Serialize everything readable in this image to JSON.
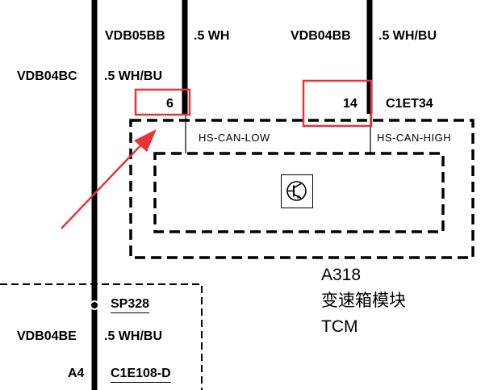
{
  "wires": {
    "vdb05bb": {
      "code": "VDB05BB",
      "spec": ".5 WH"
    },
    "vdb04bb": {
      "code": "VDB04BB",
      "spec": ".5 WH/BU"
    },
    "vdb04bc": {
      "code": "VDB04BC",
      "spec": ".5 WH/BU"
    },
    "vdb04be": {
      "code": "VDB04BE",
      "spec": ".5 WH/BU"
    }
  },
  "connector": {
    "id": "C1ET34",
    "pin_low": "6",
    "pin_high": "14",
    "signal_low": "HS-CAN-LOW",
    "signal_high": "HS-CAN-HIGH"
  },
  "module": {
    "code": "A318",
    "name": "变速箱模块",
    "abbr": "TCM",
    "icon": "transistor-icon"
  },
  "splice": {
    "id": "SP328"
  },
  "lower_connector": {
    "pin": "A4",
    "id": "C1E108-D"
  },
  "colors": {
    "wire": "#000000",
    "highlight": "#e8333a",
    "background": "#ffffff"
  }
}
